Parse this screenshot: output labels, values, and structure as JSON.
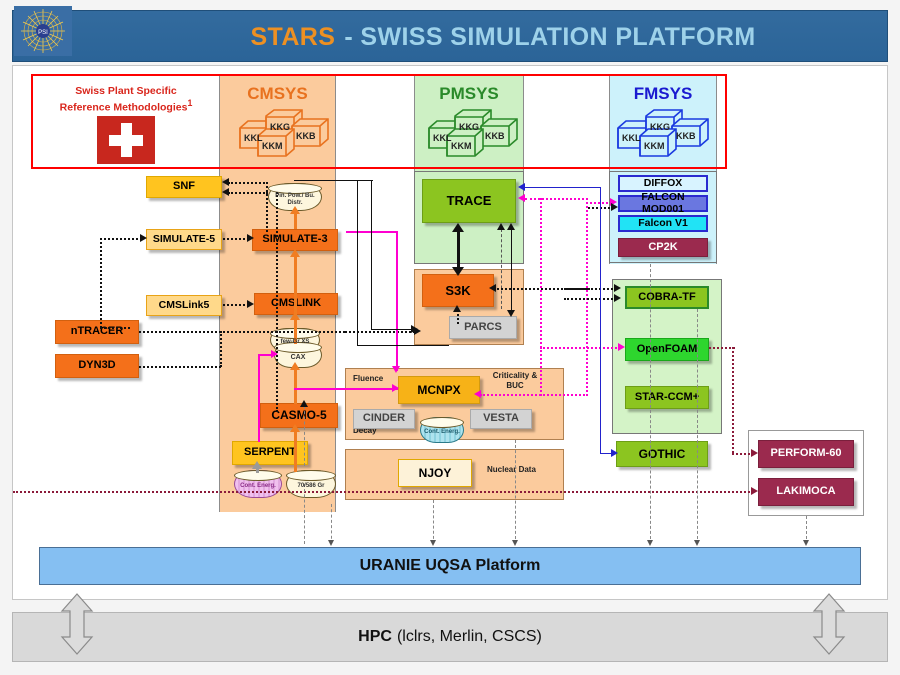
{
  "header": {
    "title_accent": "STARS",
    "title_rest": "- SWISS SIMULATION PLATFORM",
    "logo_name": "psi-starburst-logo"
  },
  "colors": {
    "header_bg": "#2e6da4",
    "header_accent": "#ed9022",
    "header_text": "#9ed2ea",
    "cmsys": "#fbcb9d",
    "pmsys": "#cdf0c4",
    "fmsys": "#cdf2fb",
    "red_outline": "#ff0000",
    "uranie": "#85bff2",
    "hpc": "#d9d9d9"
  },
  "top_row": {
    "swiss_box": {
      "line1": "Swiss Plant Specific",
      "line2": "Reference Methodologies",
      "superscript": "1",
      "flag_name": "swiss-flag"
    },
    "groups": [
      {
        "name": "CMSYS",
        "color": "#e8721f",
        "plants": [
          "KKL",
          "KKG",
          "KKM",
          "KKB"
        ]
      },
      {
        "name": "PMSYS",
        "color": "#2a8a2a",
        "plants": [
          "KKL",
          "KKG",
          "KKM",
          "KKB"
        ]
      },
      {
        "name": "FMSYS",
        "color": "#1a1ad0",
        "plants": [
          "KKL",
          "KKG",
          "KKM",
          "KKB"
        ]
      }
    ]
  },
  "left_column": [
    {
      "label": "SNF",
      "fill": "#ffc41f",
      "text": "#111111"
    },
    {
      "label": "SIMULATE-5",
      "fill": "#ffd98a",
      "text": "#111111"
    },
    {
      "label": "CMSLink5",
      "fill": "#ffd98a",
      "text": "#111111"
    },
    {
      "label": "nTRACER",
      "fill": "#f4701a",
      "text": "#111111"
    },
    {
      "label": "DYN3D",
      "fill": "#f4701a",
      "text": "#111111"
    }
  ],
  "cmsys_column": {
    "nodes": [
      {
        "label": "SIMULATE-3",
        "fill": "#f4701a",
        "text": "#111111"
      },
      {
        "label": "CMSLINK",
        "fill": "#f4701a",
        "text": "#111111"
      },
      {
        "label": "CASMO-5",
        "fill": "#f4701a",
        "text": "#111111"
      },
      {
        "label": "SERPENT",
        "fill": "#ffc41f",
        "text": "#111111"
      }
    ],
    "cylinders": [
      {
        "label": "Pin. Pow./ Bu. Distr.",
        "fill": "#fdf6dd"
      },
      {
        "label": "few-Gr XS",
        "fill": "#fdf6dd"
      },
      {
        "label": "CAX",
        "fill": "#fdf6dd"
      },
      {
        "label": "Cont. Energ.",
        "fill": "#f0c0ee"
      },
      {
        "label": "70/586 Gr",
        "fill": "#fdf6dd"
      }
    ]
  },
  "pmsys_column": {
    "nodes": [
      {
        "label": "TRACE",
        "fill": "#8cc520",
        "text": "#111111"
      },
      {
        "label": "S3K",
        "fill": "#f4701a",
        "text": "#111111"
      },
      {
        "label": "PARCS",
        "fill": "#d3d3d3",
        "text": "#444444"
      }
    ]
  },
  "nuclear_panel": {
    "nodes": [
      {
        "label": "MCNPX",
        "fill": "#f7b217",
        "text": "#111111"
      },
      {
        "label": "CINDER",
        "fill": "#d3d3d3",
        "text": "#444444"
      },
      {
        "label": "VESTA",
        "fill": "#d3d3d3",
        "text": "#444444"
      },
      {
        "label": "NJOY",
        "fill": "#fdf2d8",
        "text": "#111111"
      }
    ],
    "cylinder": {
      "label": "Cont. Energ.",
      "fill": "#aee3ee"
    },
    "labels": [
      "Fluence",
      "Criticality & BUC",
      "Decay",
      "Nuclear Data"
    ]
  },
  "fmsys_column": {
    "top_nodes": [
      {
        "label": "DIFFOX",
        "fill": "#d8f3ff",
        "text": "#111111"
      },
      {
        "label": "FALCON MOD001",
        "fill": "#6a77e0",
        "text": "#111111"
      },
      {
        "label": "Falcon V1",
        "fill": "#21e3f5",
        "text": "#111111"
      },
      {
        "label": "CP2K",
        "fill": "#9b2a4e",
        "text": "#ffffff"
      }
    ],
    "cfd_nodes": [
      {
        "label": "COBRA-TF",
        "fill": "#8cc520",
        "text": "#111111"
      },
      {
        "label": "OpenFOAM",
        "fill": "#2ed62e",
        "text": "#111111"
      },
      {
        "label": "STAR-CCM+",
        "fill": "#8cc520",
        "text": "#111111"
      }
    ],
    "gothic": {
      "label": "GOTHIC",
      "fill": "#8cc520",
      "text": "#111111"
    }
  },
  "perform_panel": {
    "nodes": [
      {
        "label": "PERFORM-60",
        "fill": "#9b2a4e",
        "text": "#ffffff"
      },
      {
        "label": "LAKIMOCA",
        "fill": "#9b2a4e",
        "text": "#ffffff"
      }
    ]
  },
  "bottom": {
    "uranie": "URANIE UQSA Platform",
    "hpc_bold": "HPC",
    "hpc_rest": "(lclrs, Merlin, CSCS)"
  },
  "chart_data": {
    "type": "diagram",
    "title": "STARS - SWISS SIMULATION PLATFORM"
  }
}
